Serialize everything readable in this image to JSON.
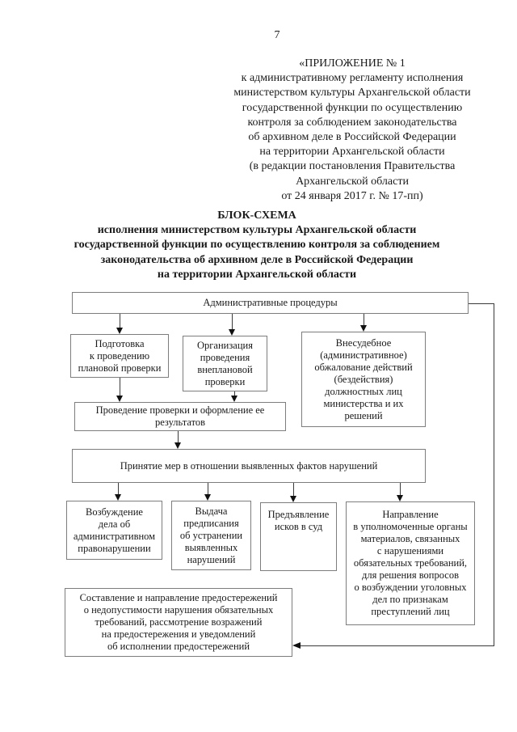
{
  "page": {
    "number": "7"
  },
  "header": {
    "appendix": "«ПРИЛОЖЕНИЕ № 1\nк административному регламенту исполнения\nминистерством культуры Архангельской области\nгосударственной функции по осуществлению\nконтроля за соблюдением законодательства\nоб архивном деле в Российской Федерации\nна территории Архангельской области\n(в редакции постановления Правительства\nАрхангельской области\nот 24 января 2017 г. № 17-пп)"
  },
  "title": {
    "heading": "БЛОК-СХЕМА",
    "subtitle": "исполнения министерством культуры Архангельской области\nгосударственной функции по осуществлению контроля за соблюдением\nзаконодательства об архивном деле в Российской Федерации\nна территории Архангельской области"
  },
  "flowchart": {
    "nodes": {
      "admin_procedures": "Административные процедуры",
      "preparation": "Подготовка\nк проведению\nплановой проверки",
      "organization": "Организация\nпроведения\nвнеплановой\nпроверки",
      "appeal": "Внесудебное\n(административное)\nобжалование действий\n(бездействия)\nдолжностных лиц\nминистерства и их\nрешений",
      "inspection": "Проведение проверки и оформление ее\nрезультатов",
      "measures": "Принятие мер в отношении выявленных фактов нарушений",
      "case_initiation": "Возбуждение\nдела об\nадминистративном\nправонарушении",
      "order_issue": "Выдача\nпредписания\nоб устранении\nвыявленных\nнарушений",
      "court_claims": "Предъявление\nисков в суд",
      "referral": "Направление\nв уполномоченные органы\nматериалов, связанных\nс нарушениями\nобязательных требований,\nдля решения вопросов\nо возбуждении уголовных\nдел по признакам\nпреступлений лиц",
      "warnings": "Составление и направление предостережений\nо недопустимости нарушения обязательных\nтребований, рассмотрение возражений\nна предостережения и уведомлений\nоб исполнении предостережений"
    }
  },
  "colors": {
    "page_bg": "#ffffff",
    "text": "#1a1a1a",
    "box_border": "#7d7d7d",
    "line": "#3a3a3a"
  }
}
